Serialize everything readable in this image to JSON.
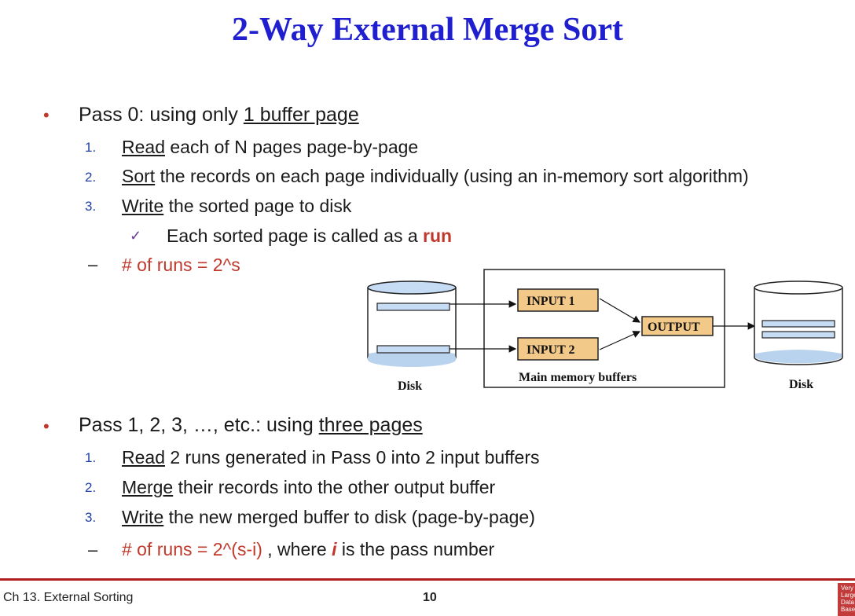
{
  "title": "2-Way External Merge Sort",
  "pass0": {
    "bullet": "•",
    "heading_prefix": "Pass 0: using only ",
    "heading_underlined": "1 buffer page",
    "steps": [
      {
        "num": "1.",
        "underlined": "Read",
        "rest": " each of N pages page-by-page"
      },
      {
        "num": "2.",
        "underlined": "Sort",
        "rest": " the records on each page individually (using an in-memory sort algorithm)"
      },
      {
        "num": "3.",
        "underlined": "Write",
        "rest": " the sorted page to disk"
      }
    ],
    "check_mark": "✓",
    "check_text": "Each sorted page is called as a ",
    "check_highlight": "run",
    "dash": "–",
    "runs": "# of runs = 2^s"
  },
  "diagram": {
    "input1": "INPUT 1",
    "input2": "INPUT 2",
    "output": "OUTPUT",
    "memory_label": "Main memory buffers",
    "disk_left": "Disk",
    "disk_right": "Disk",
    "colors": {
      "buffer_fill": "#f3c98a",
      "disk_liquid": "#b9d3ee",
      "page_fill": "#c6dcf5",
      "disk_stroke": "#222222"
    }
  },
  "pass1": {
    "bullet": "•",
    "heading_prefix": "Pass 1, 2, 3, …, etc.: using ",
    "heading_underlined": "three pages",
    "steps": [
      {
        "num": "1.",
        "underlined": "Read",
        "rest": " 2 runs generated in Pass 0 into 2 input buffers"
      },
      {
        "num": "2.",
        "underlined": "Merge",
        "rest": " their records into the other output buffer"
      },
      {
        "num": "3.",
        "underlined": "Write",
        "rest": " the new merged buffer to disk (page-by-page)"
      }
    ],
    "dash": "–",
    "runs_red": "# of runs = 2^(s-i)",
    "runs_mid": " , where ",
    "runs_var": "i",
    "runs_tail": " is the pass number"
  },
  "footer": {
    "chapter": "Ch 13. External Sorting",
    "page": "10",
    "logo_text": "Very Large Data Bases"
  }
}
